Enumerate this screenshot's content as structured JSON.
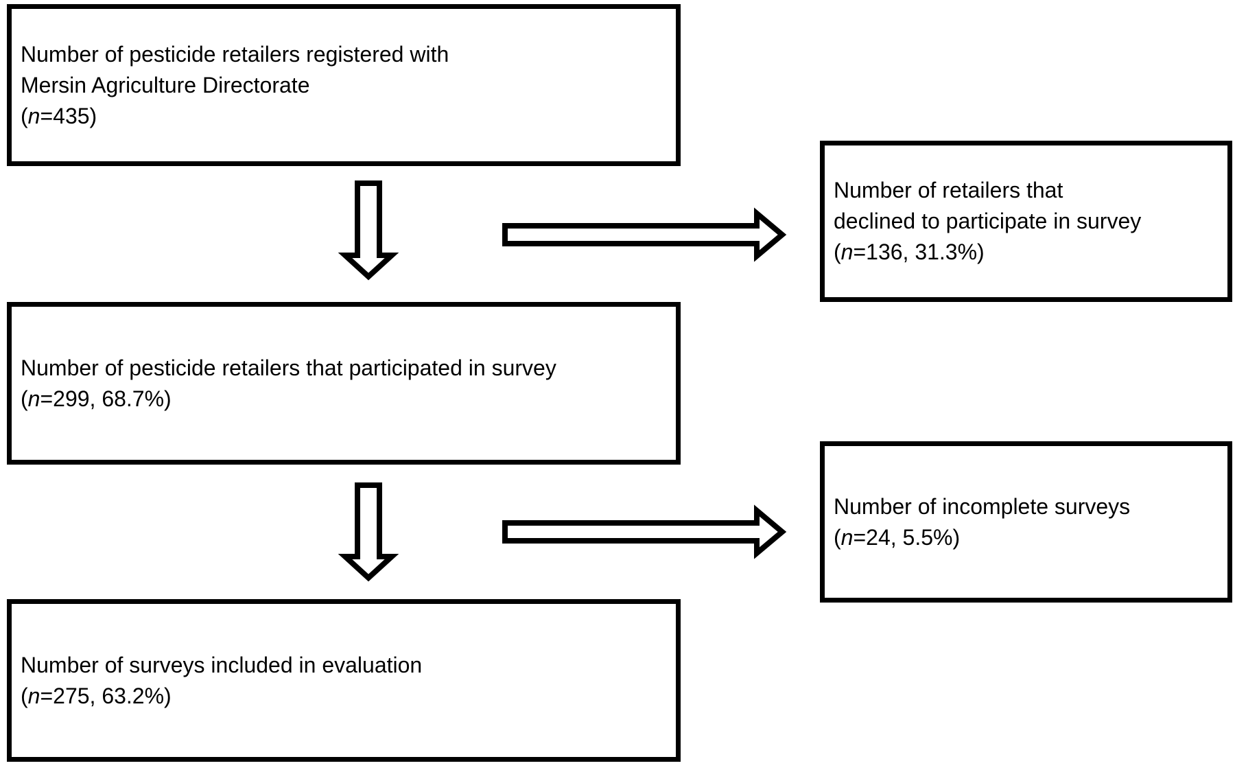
{
  "figure": {
    "type": "participant-flow-diagram",
    "background_color": "#ffffff",
    "line_color": "#000000",
    "box_fill_color": "#ffffff"
  },
  "boxes": {
    "registered": {
      "lines": [
        "Number of pesticide retailers registered with",
        "Mersin Agriculture Directorate"
      ],
      "stat": {
        "open": "(",
        "var": "n",
        "rest": "=435)"
      }
    },
    "declined": {
      "lines": [
        "Number of retailers that",
        "declined to participate in survey"
      ],
      "stat": {
        "open": "(",
        "var": "n",
        "rest": "=136, 31.3%)"
      }
    },
    "participated": {
      "lines": [
        "Number of pesticide retailers that participated in survey"
      ],
      "stat": {
        "open": "(",
        "var": "n",
        "rest": "=299, 68.7%)"
      }
    },
    "incomplete": {
      "lines": [
        "Number of incomplete surveys"
      ],
      "stat": {
        "open": "(",
        "var": "n",
        "rest": "=24, 5.5%)"
      }
    },
    "included": {
      "lines": [
        "Number of surveys included in evaluation"
      ],
      "stat": {
        "open": "(",
        "var": "n",
        "rest": "=275, 63.2%)"
      }
    }
  },
  "connectors": [
    {
      "name": "down-arrow-1",
      "direction": "down",
      "from": "registered",
      "to": "participated"
    },
    {
      "name": "right-arrow-1",
      "direction": "right",
      "from": "registered",
      "to": "declined"
    },
    {
      "name": "down-arrow-2",
      "direction": "down",
      "from": "participated",
      "to": "included"
    },
    {
      "name": "right-arrow-2",
      "direction": "right",
      "from": "participated",
      "to": "incomplete"
    }
  ]
}
